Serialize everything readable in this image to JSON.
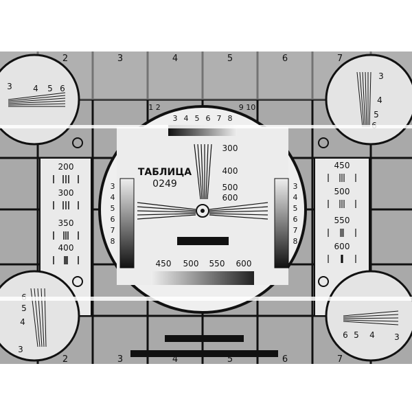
{
  "top_labels": [
    "2",
    "3",
    "4",
    "5",
    "6",
    "7"
  ],
  "bottom_labels": [
    "2",
    "3",
    "4",
    "5",
    "6",
    "7"
  ],
  "center": {
    "title": "ТАБЛИЦА",
    "number": "0249",
    "top_scale_left": "1 2",
    "top_scale_right": "9 10",
    "top_scale_mid": [
      "3",
      "4",
      "5",
      "6",
      "7",
      "8"
    ],
    "right_scale": [
      "300",
      "400",
      "500",
      "600"
    ],
    "bottom_scale": [
      "450",
      "500",
      "550",
      "600"
    ],
    "left_gray_scale": [
      "3",
      "4",
      "5",
      "6",
      "7",
      "8"
    ],
    "right_gray_scale": [
      "3",
      "4",
      "5",
      "6",
      "7",
      "8"
    ]
  },
  "left_panel": [
    "200",
    "300",
    "350",
    "400"
  ],
  "right_panel": [
    "450",
    "500",
    "550",
    "600"
  ],
  "corner_tl": [
    "3",
    "4",
    "5",
    "6"
  ],
  "corner_tr": [
    "3",
    "4",
    "5",
    "6"
  ],
  "corner_bl": [
    "3",
    "4",
    "5",
    "6"
  ],
  "corner_br": [
    "6",
    "5",
    "4",
    "3"
  ]
}
